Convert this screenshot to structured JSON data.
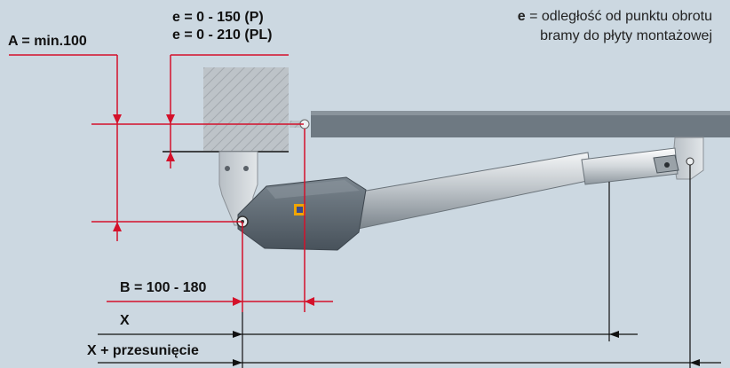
{
  "labels": {
    "a_dim": "A = min.100",
    "e_p": "e = 0 - 150 (P)",
    "e_pl": "e = 0 - 210 (PL)",
    "b_dim": "B = 100 - 180",
    "x_dim": "X",
    "x_offset": "X + przesunięcie"
  },
  "legend": {
    "symbol": "e",
    "line1": " = odległość od punktu obrotu",
    "line2": "bramy do płyty montażowej"
  },
  "colors": {
    "background": "#ccd8e1",
    "dimension_red": "#d4112a",
    "gate": "#6e7982",
    "motor": "#5f6a74",
    "hormann_logo": "#f0a500"
  }
}
